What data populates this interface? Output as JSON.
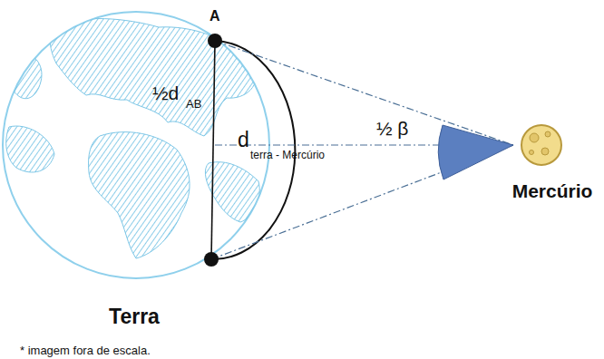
{
  "diagram": {
    "nodes": [
      {
        "text": [
          "Terra"
        ]
      },
      {
        "text": [
          "Mercúrio"
        ]
      }
    ],
    "labels": [
      "A",
      "½d",
      "AB",
      "d",
      "terra - Mercúrio",
      "½ β",
      "* imagem fora de escala."
    ]
  }
}
